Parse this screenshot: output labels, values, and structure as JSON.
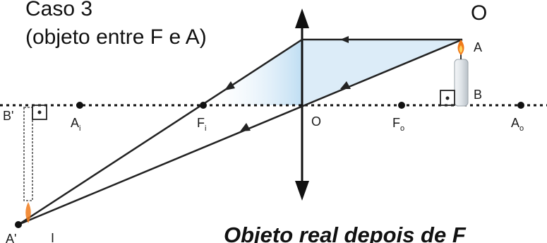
{
  "title": {
    "line1": "Caso 3",
    "line2": "(objeto entre F e A)"
  },
  "labels": {
    "O_top": "O",
    "A": "A",
    "B": "B",
    "B_prime": "B'",
    "A_prime": "A'",
    "O_center": "O",
    "Ai": {
      "base": "A",
      "sub": "i"
    },
    "Fi": {
      "base": "F",
      "sub": "i"
    },
    "Fo": {
      "base": "F",
      "sub": "o"
    },
    "Ao": {
      "base": "A",
      "sub": "o"
    }
  },
  "footer": {
    "mark": "I",
    "text": "Objeto real depois de F"
  },
  "colors": {
    "line": "#222222",
    "axis": "#111111",
    "shade": "#cfe6f5",
    "candle": "#e4e8ec",
    "flame": "#f07a1a"
  }
}
